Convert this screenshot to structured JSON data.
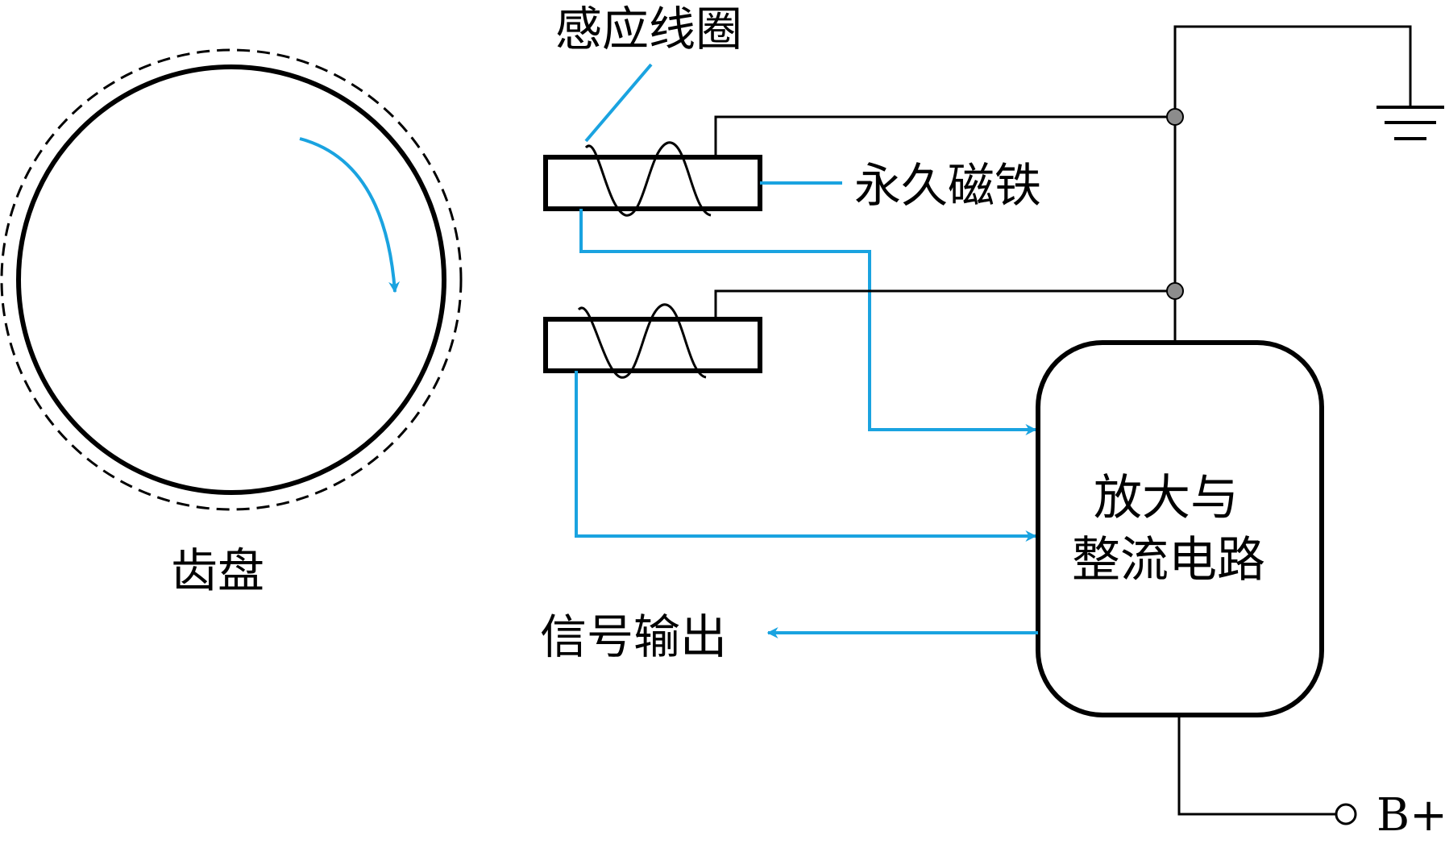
{
  "labels": {
    "coil": "感应线圈",
    "magnet": "永久磁铁",
    "gear": "齿盘",
    "circuit_line1": "放大与",
    "circuit_line2": "整流电路",
    "output": "信号输出",
    "supply": "B+"
  },
  "colors": {
    "wire": "#000000",
    "signal": "#1aa3e0",
    "junction": "#8c8c8c",
    "background": "#ffffff"
  },
  "icons": {
    "ground": "ground-icon",
    "rotation": "rotation-arrow-icon",
    "terminal": "open-terminal-icon"
  }
}
